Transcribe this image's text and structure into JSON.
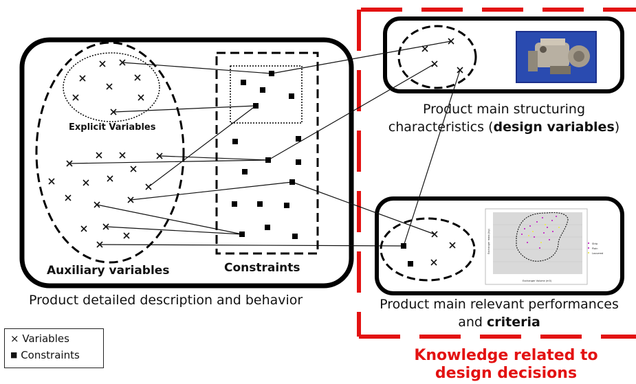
{
  "labels": {
    "explicit_variables": "Explicit Variables",
    "auxiliary_variables": "Auxiliary variables",
    "constraints": "Constraints",
    "detailed_description": "Product detailed description and behavior",
    "structuring_line1": "Product main structuring",
    "structuring_line2_prefix": "characteristics (",
    "structuring_line2_bold": "design variables",
    "structuring_line2_suffix": ")",
    "performances_line1": "Product main relevant performances",
    "performances_line2_prefix": "and ",
    "performances_line2_bold": "criteria",
    "knowledge_line1": "Knowledge related to",
    "knowledge_line2": "design decisions"
  },
  "legend": {
    "variable_symbol": "×",
    "variable_label": "Variables",
    "constraint_symbol": "■",
    "constraint_label": "Constraints"
  },
  "colors": {
    "knowledge_frame": "#e31212",
    "line": "#111111"
  },
  "images": {
    "component_photo": "engine-heat-exchanger-photo",
    "performance_chart": "exchanger-mass-vs-volume-scatter-chart"
  },
  "inset_chart": {
    "y_label": "Exchanger mass (kg)",
    "x_label": "Exchanger Volume (m3)",
    "legend": [
      "Strip",
      "Plain",
      "Louvered"
    ]
  }
}
